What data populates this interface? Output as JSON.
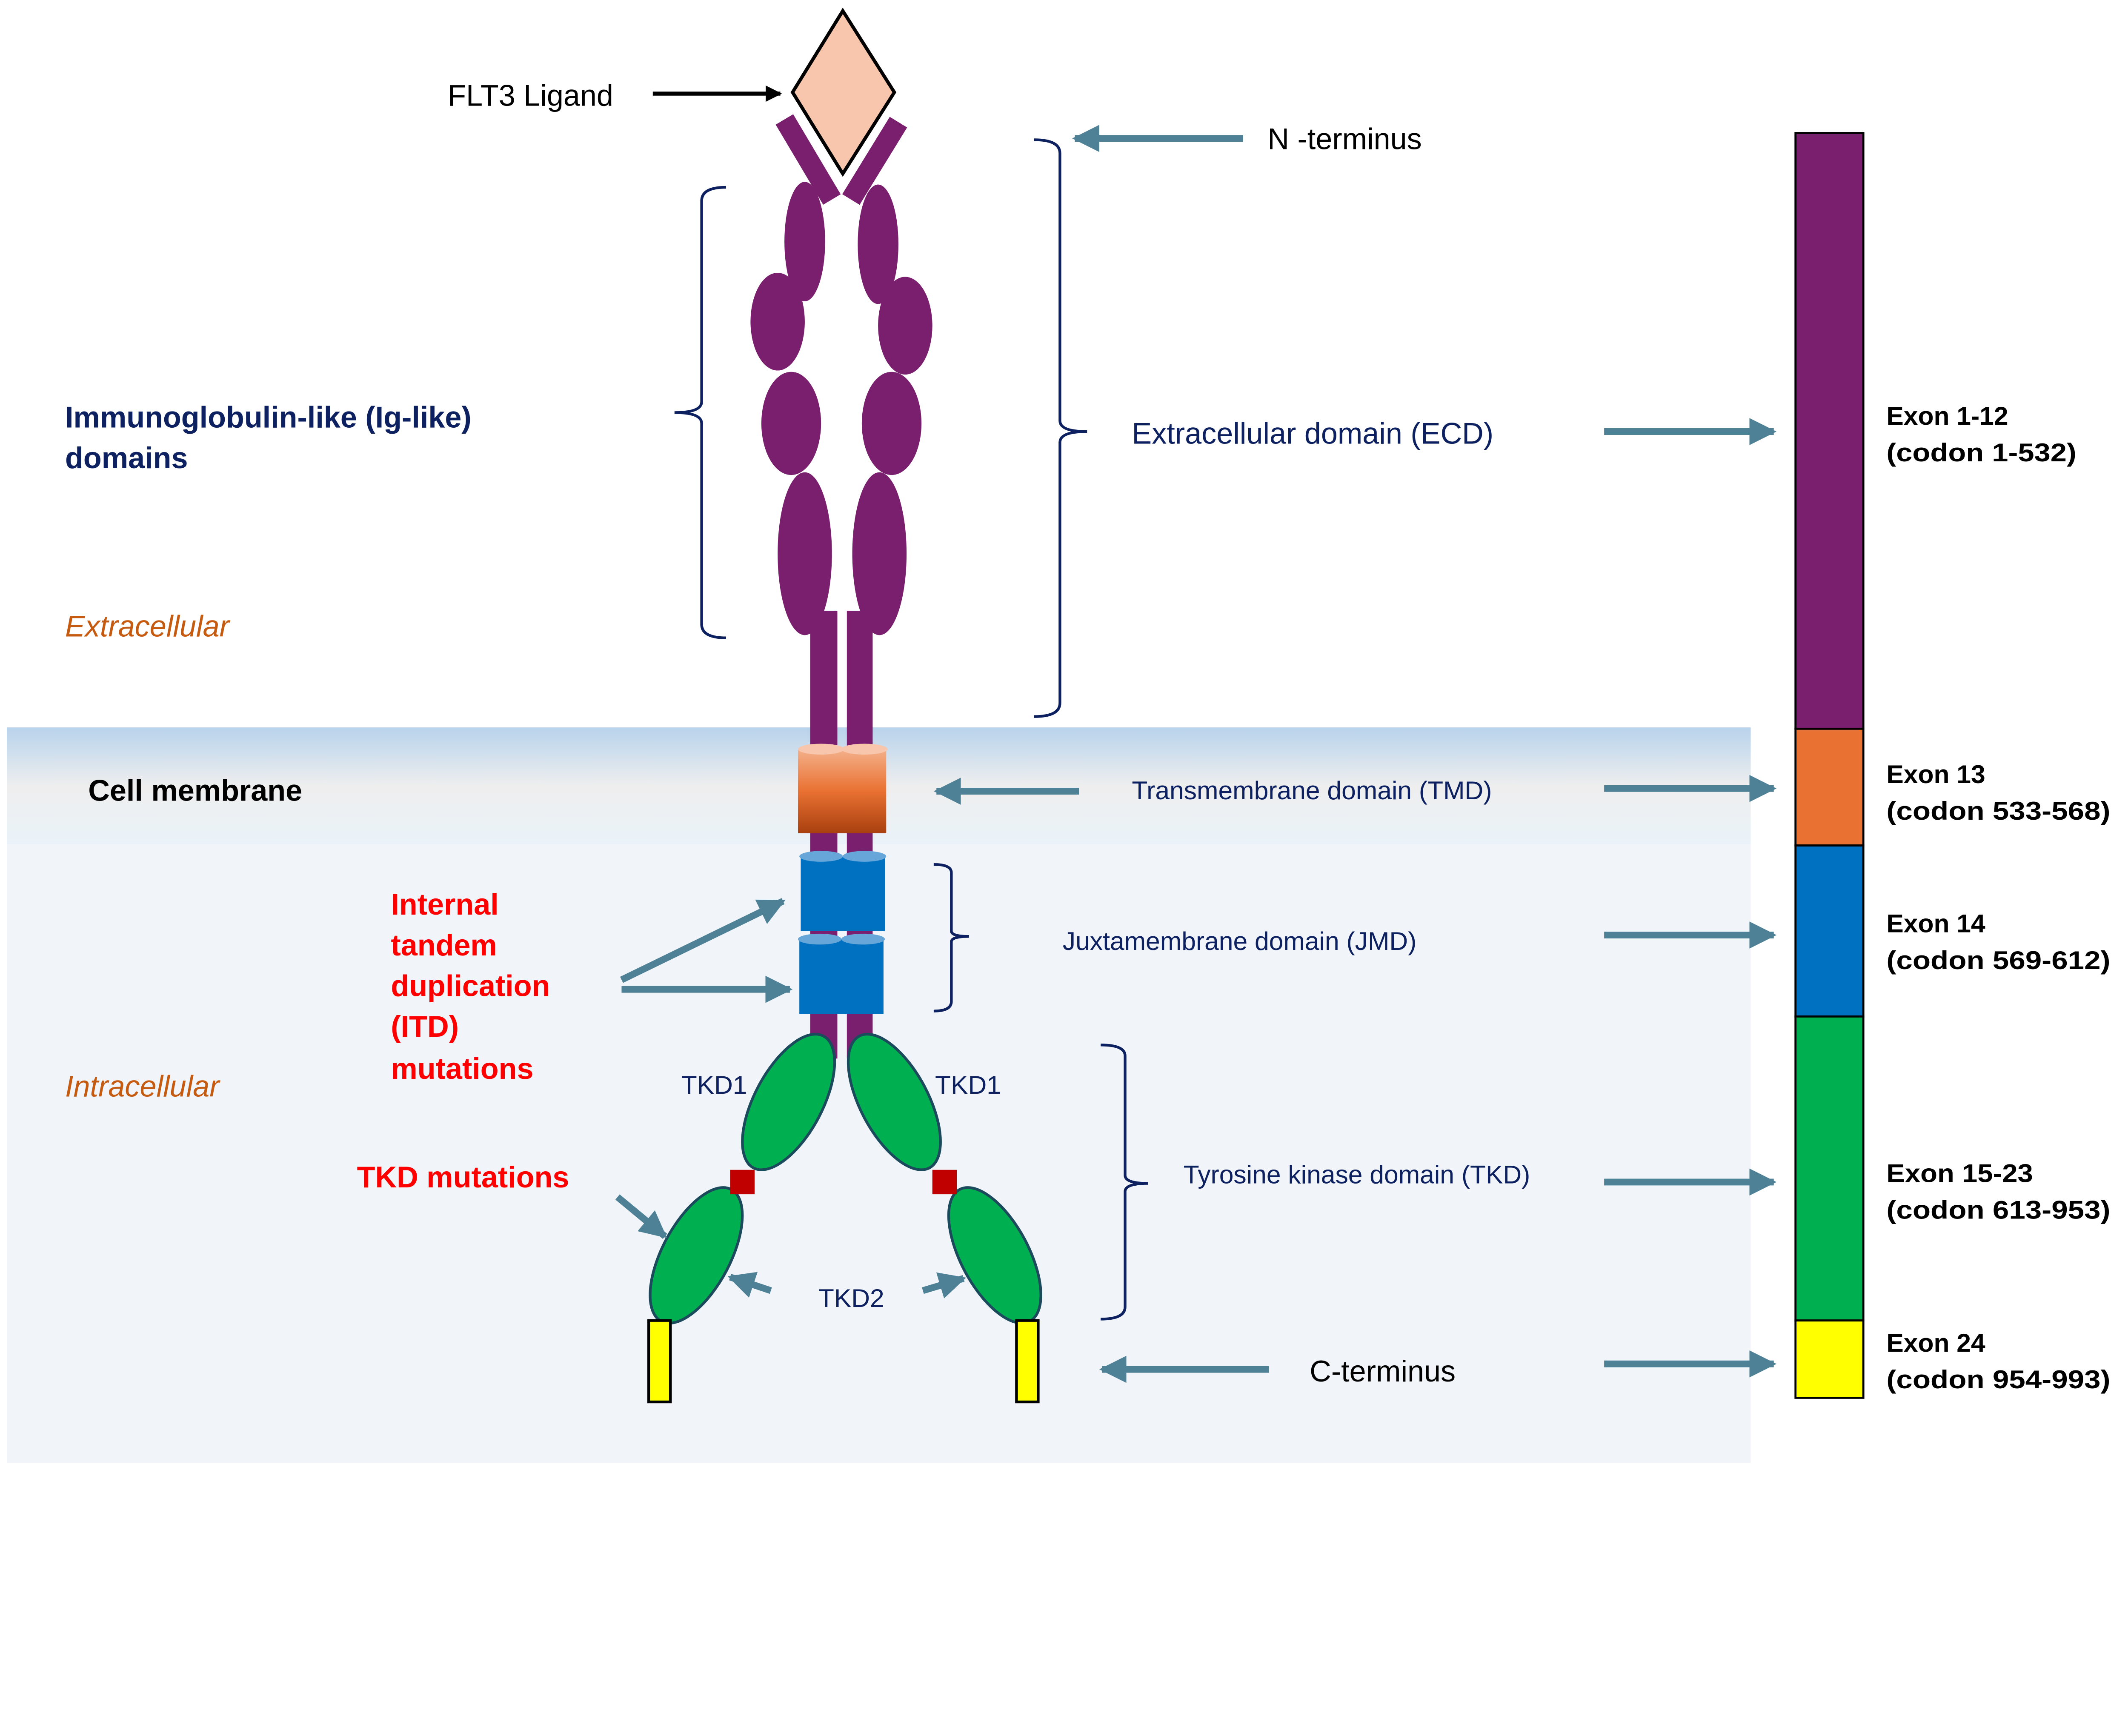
{
  "labels": {
    "ligand": "FLT3 Ligand",
    "n_terminus": "N -terminus",
    "ig_like_line1": "Immunoglobulin-like (Ig-like)",
    "ig_like_line2": "domains",
    "extracellular": "Extracellular",
    "intracellular": "Intracellular",
    "cell_membrane": "Cell membrane",
    "ecd": "Extracellular domain (ECD)",
    "tmd": "Transmembrane domain (TMD)",
    "jmd": "Juxtamembrane domain (JMD)",
    "tkd": "Tyrosine kinase domain (TKD)",
    "c_terminus": "C-terminus",
    "itd_lines": [
      "Internal",
      "tandem",
      "duplication",
      "(ITD)",
      "mutations"
    ],
    "tkd_mutations": "TKD mutations",
    "tkd1_left": "TKD1",
    "tkd1_right": "TKD1",
    "tkd2": "TKD2"
  },
  "exons": [
    {
      "exon": "Exon 1-12",
      "codon": "(codon 1-532)",
      "color": "#7a1f6e"
    },
    {
      "exon": "Exon 13",
      "codon": "(codon 533-568)",
      "color": "#e97132"
    },
    {
      "exon": "Exon 14",
      "codon": "(codon 569-612)",
      "color": "#0070c0"
    },
    {
      "exon": "Exon 15-23",
      "codon": "(codon 613-953)",
      "color": "#00b050"
    },
    {
      "exon": "Exon 24",
      "codon": "(codon 954-993)",
      "color": "#ffff00"
    }
  ],
  "colors": {
    "ig_domain": "#7a1f6e",
    "ligand": "#f7c6ac",
    "tmd": "#e97132",
    "jmd": "#0070c0",
    "tkd": "#00b050",
    "mutation_site": "#c00000",
    "c_term": "#ffff00",
    "arrow": "#4f8196",
    "text_navy": "#0d2060"
  }
}
